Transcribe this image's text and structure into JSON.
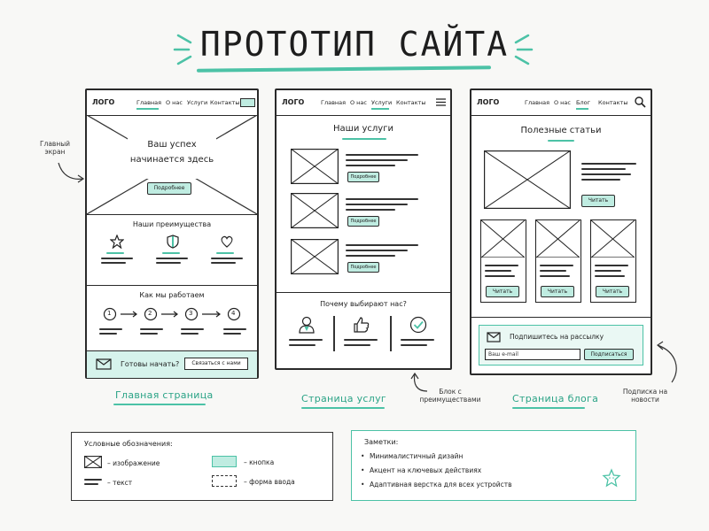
{
  "title": "ПРОТОТИП САЙТА",
  "colors": {
    "accent": "#4cc2a6",
    "button_fill": "#bfece1",
    "ink": "#2a2a2a"
  },
  "home": {
    "logo": "ЛОГО",
    "nav": [
      "Главная",
      "О нас",
      "Услуги",
      "Контакты"
    ],
    "hero_title_1": "Ваш успех",
    "hero_title_2": "начинается здесь",
    "hero_button": "Подробнее",
    "advantages_title": "Наши преимущества",
    "advantage_icons": [
      "star-icon",
      "shield-icon",
      "heart-icon"
    ],
    "how_title": "Как мы работаем",
    "steps": [
      "1",
      "2",
      "3",
      "4"
    ],
    "cta_text": "Готовы начать?",
    "cta_button": "Связаться с нами",
    "caption": "Главная страница"
  },
  "services": {
    "logo": "ЛОГО",
    "nav": [
      "Главная",
      "О нас",
      "Услуги",
      "Контакты"
    ],
    "title": "Наши услуги",
    "item_button": "Подробнее",
    "why_title": "Почему выбирают нас?",
    "why_icons": [
      "user-icon",
      "thumbs-up-icon",
      "check-circle-icon"
    ],
    "caption": "Страница услуг"
  },
  "blog": {
    "logo": "ЛОГО",
    "nav": [
      "Главная",
      "О нас",
      "Блог",
      "Контакты"
    ],
    "title": "Полезные статьи",
    "read_button": "Читать",
    "subscribe_title": "Подпишитесь на рассылку",
    "email_placeholder": "Ваш e-mail",
    "subscribe_button": "Подписаться",
    "caption": "Страница блога"
  },
  "annotations": {
    "main_screen": "Главный экран",
    "advantages_block": "Блок с преимуществами",
    "newsletter": "Подписка на новости"
  },
  "legend": {
    "title": "Условные обозначения:",
    "image": "– изображение",
    "text": "– текст",
    "button": "– кнопка",
    "input": "– форма ввода"
  },
  "notes": {
    "title": "Заметки:",
    "items": [
      "Минималистичный дизайн",
      "Акцент на ключевых действиях",
      "Адаптивная верстка для всех устройств"
    ]
  }
}
